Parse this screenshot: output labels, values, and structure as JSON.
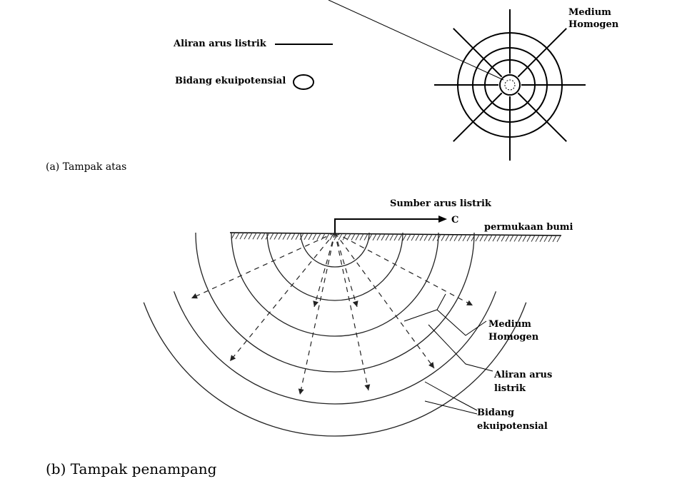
{
  "top_view": {
    "legend": {
      "current_flow_label": "Aliran arus listrik",
      "equipotential_label": "Bidang ekuipotensial"
    },
    "medium_label_line1": "Medium",
    "medium_label_line2": "Homogen",
    "caption": "(a) Tampak atas",
    "ring_count": 4,
    "radial_line_count": 8
  },
  "cross_section": {
    "source_label": "Sumber arus listrik",
    "source_symbol": "C",
    "surface_label": "permukaan bumi",
    "medium_label_line1": "Medium",
    "medium_label_line2": "Homogen",
    "flow_label_line1": "Aliran arus",
    "flow_label_line2": "listrik",
    "equipotential_label_line1": "Bidang",
    "equipotential_label_line2": "ekuipotensial",
    "caption": "(b) Tampak penampang",
    "arc_count": 6,
    "flow_ray_count": 8
  }
}
